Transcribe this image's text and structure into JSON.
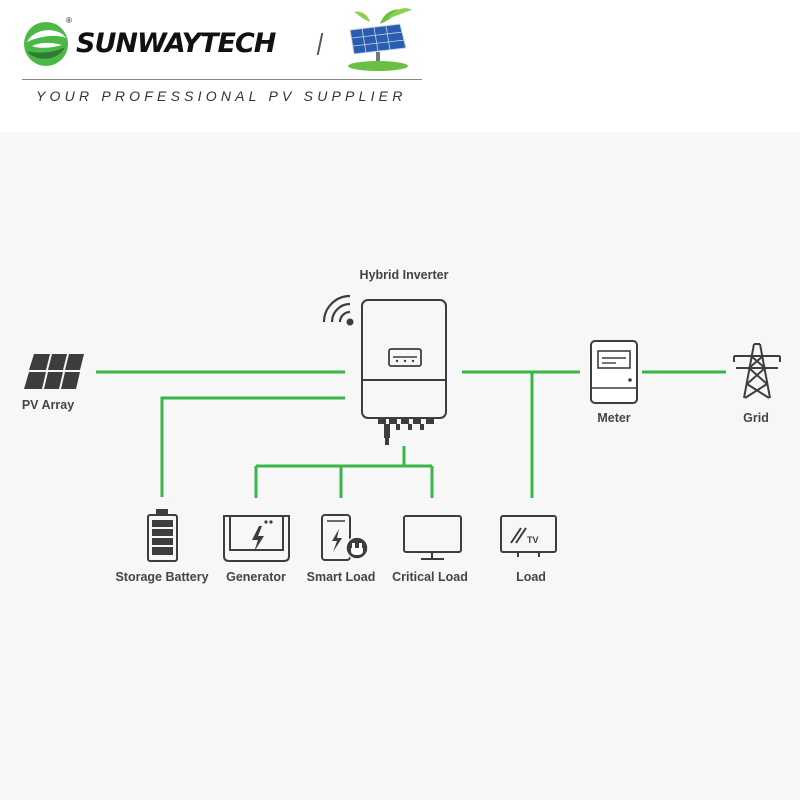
{
  "header": {
    "brand_name": "SUNWAYTECH",
    "registered_mark": "®",
    "tagline": "YOUR PROFESSIONAL PV SUPPLIER"
  },
  "diagram": {
    "nodes": {
      "pv_array": "PV Array",
      "hybrid_inverter": "Hybrid Inverter",
      "meter": "Meter",
      "grid": "Grid",
      "storage_battery": "Storage Battery",
      "generator": "Generator",
      "smart_load": "Smart Load",
      "critical_load": "Critical Load",
      "load": "Load"
    },
    "icon_text": {
      "tv": "TV"
    }
  },
  "colors": {
    "connection_line": "#3ab54a",
    "brand_green": "#4cb848",
    "icon_stroke": "#3d3d3d",
    "label_text": "#444444"
  }
}
